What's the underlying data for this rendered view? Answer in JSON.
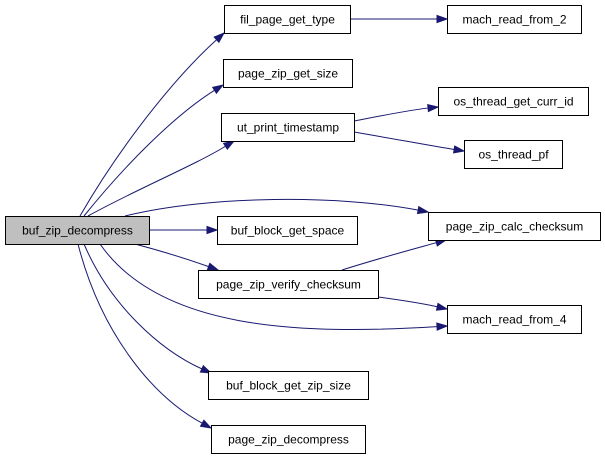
{
  "graph": {
    "colors": {
      "edge": "#191970",
      "root_fill": "#bfbfbf",
      "node_fill": "#ffffff",
      "border": "#000000",
      "background": "#ffffff"
    },
    "root": "buf_zip_decompress",
    "nodes": [
      {
        "id": "buf_zip_decompress",
        "label": "buf_zip_decompress",
        "highlighted": true
      },
      {
        "id": "fil_page_get_type",
        "label": "fil_page_get_type"
      },
      {
        "id": "mach_read_from_2",
        "label": "mach_read_from_2"
      },
      {
        "id": "page_zip_get_size",
        "label": "page_zip_get_size"
      },
      {
        "id": "ut_print_timestamp",
        "label": "ut_print_timestamp"
      },
      {
        "id": "os_thread_get_curr_id",
        "label": "os_thread_get_curr_id"
      },
      {
        "id": "os_thread_pf",
        "label": "os_thread_pf"
      },
      {
        "id": "page_zip_calc_checksum",
        "label": "page_zip_calc_checksum"
      },
      {
        "id": "buf_block_get_space",
        "label": "buf_block_get_space"
      },
      {
        "id": "page_zip_verify_checksum",
        "label": "page_zip_verify_checksum"
      },
      {
        "id": "mach_read_from_4",
        "label": "mach_read_from_4"
      },
      {
        "id": "buf_block_get_zip_size",
        "label": "buf_block_get_zip_size"
      },
      {
        "id": "page_zip_decompress",
        "label": "page_zip_decompress"
      }
    ],
    "edges": [
      {
        "from": "buf_zip_decompress",
        "to": "fil_page_get_type"
      },
      {
        "from": "fil_page_get_type",
        "to": "mach_read_from_2"
      },
      {
        "from": "buf_zip_decompress",
        "to": "page_zip_get_size"
      },
      {
        "from": "buf_zip_decompress",
        "to": "ut_print_timestamp"
      },
      {
        "from": "ut_print_timestamp",
        "to": "os_thread_get_curr_id"
      },
      {
        "from": "ut_print_timestamp",
        "to": "os_thread_pf"
      },
      {
        "from": "buf_zip_decompress",
        "to": "page_zip_calc_checksum"
      },
      {
        "from": "buf_zip_decompress",
        "to": "buf_block_get_space"
      },
      {
        "from": "buf_zip_decompress",
        "to": "page_zip_verify_checksum"
      },
      {
        "from": "page_zip_verify_checksum",
        "to": "page_zip_calc_checksum"
      },
      {
        "from": "page_zip_verify_checksum",
        "to": "mach_read_from_4"
      },
      {
        "from": "buf_zip_decompress",
        "to": "mach_read_from_4"
      },
      {
        "from": "buf_zip_decompress",
        "to": "buf_block_get_zip_size"
      },
      {
        "from": "buf_zip_decompress",
        "to": "page_zip_decompress"
      }
    ]
  }
}
